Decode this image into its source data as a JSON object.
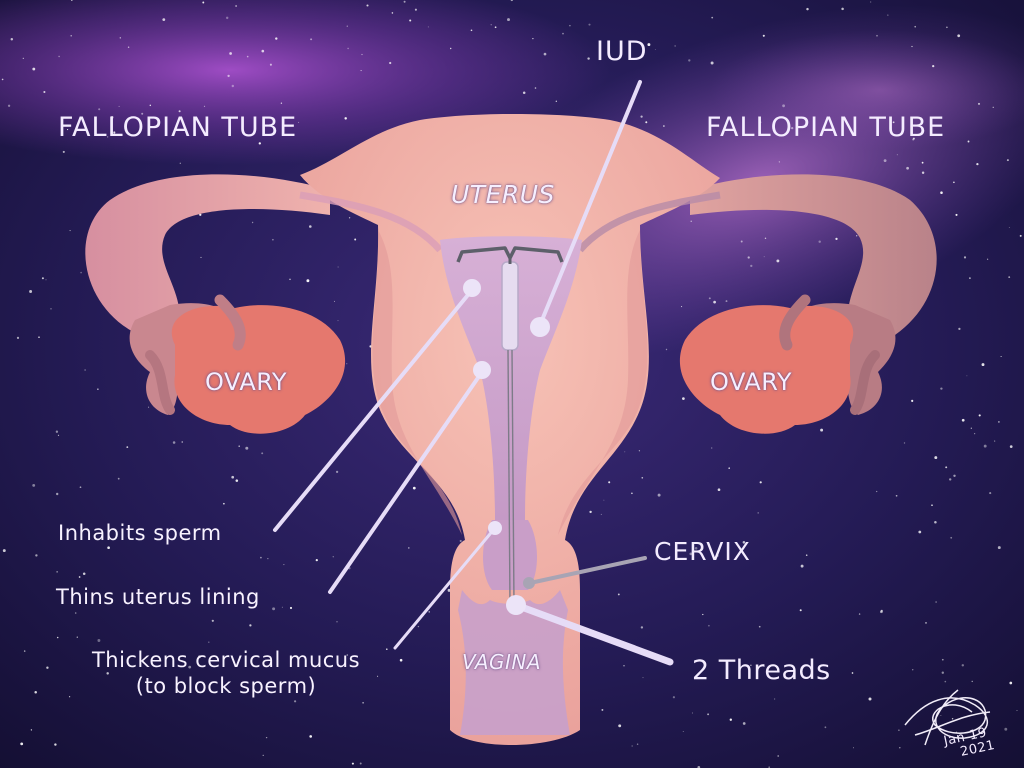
{
  "labels": {
    "iud": "IUD",
    "fallopian_left": "FALLOPIAN TUBE",
    "fallopian_right": "FALLOPIAN TUBE",
    "uterus": "UTERUS",
    "ovary_left": "OVARY",
    "ovary_right": "OVARY",
    "cervix": "CERVIX",
    "vagina": "VAGINA",
    "threads": "2 Threads",
    "inhibits": "Inhabits sperm",
    "thins": "Thins uterus lining",
    "thickens_line1": "Thickens cervical mucus",
    "thickens_line2": "(to block sperm)"
  },
  "signature": {
    "date_line1": "Jan 19",
    "date_line2": "2021"
  },
  "colors": {
    "background_dark": "#1b1640",
    "nebula_purple": "#7a3aa8",
    "uterus_pink": "#f2b0a6",
    "uterus_shade": "#d98f98",
    "cavity_lilac": "#c99ec8",
    "ovary_coral": "#e5786e",
    "tube_rose": "#c98a8c",
    "pointer_light": "#e6dcf7",
    "cervix_pointer": "#a8a4b4"
  }
}
